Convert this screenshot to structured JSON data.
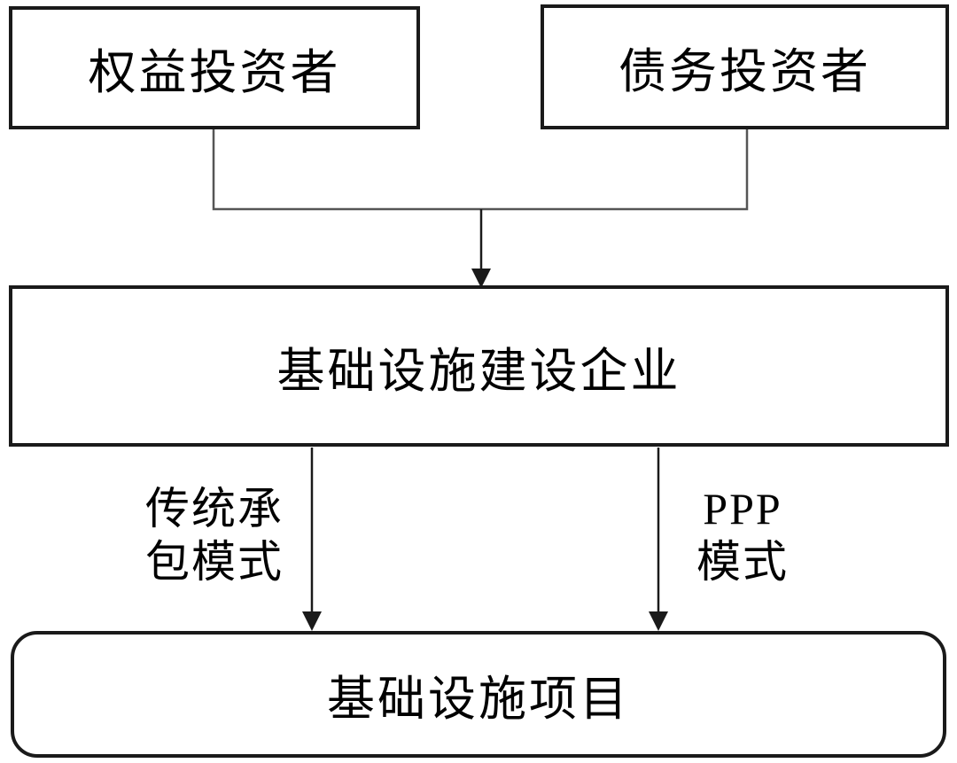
{
  "diagram": {
    "nodes": {
      "equity_investor": {
        "label": "权益投资者"
      },
      "debt_investor": {
        "label": "债务投资者"
      },
      "infra_enterprise": {
        "label": "基础设施建设企业"
      },
      "infra_project": {
        "label": "基础设施项目"
      }
    },
    "edge_labels": {
      "traditional_mode": {
        "line1": "传统承",
        "line2": "包模式",
        "full": "传统承包模式"
      },
      "ppp_mode": {
        "line1": "PPP",
        "line2": "模式",
        "full": "PPP模式"
      }
    },
    "colors": {
      "box_border": "#1a1a1a",
      "connector_line": "#555555",
      "arrow": "#1a1a1a",
      "background": "#ffffff",
      "text": "#000000"
    }
  }
}
